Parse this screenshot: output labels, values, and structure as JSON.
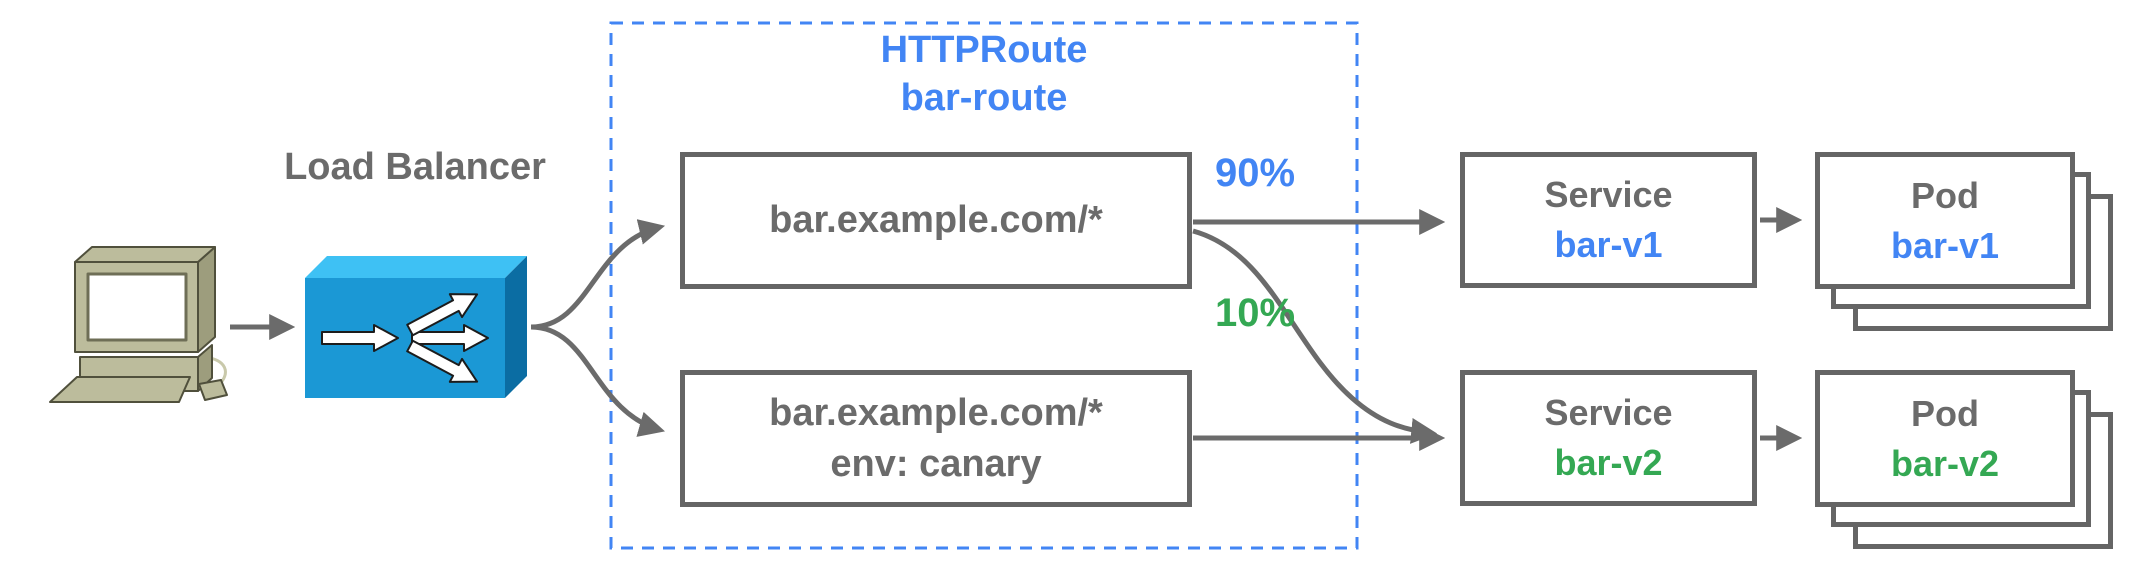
{
  "colors": {
    "blue": "#4285f4",
    "green": "#34a853",
    "gray_text": "#6b6b6b",
    "box_border": "#656565",
    "connector": "#6b6b6b",
    "dashed_border": "#4285f4",
    "lb_front": "#1b98d5",
    "lb_top": "#3ec1f4",
    "lb_side": "#0b6da3",
    "client_body": "#bcbc9c",
    "client_shade": "#9d9d7d",
    "client_outline": "#50503c"
  },
  "labels": {
    "load_balancer": "Load Balancer"
  },
  "httproute_group": {
    "title_line1": "HTTPRoute",
    "title_line2": "bar-route"
  },
  "routes": [
    {
      "match_line1": "bar.example.com/*",
      "match_line2": "",
      "weight": "90%"
    },
    {
      "match_line1": "bar.example.com/*",
      "match_line2": "env: canary",
      "weight": "10%"
    }
  ],
  "services": [
    {
      "kind": "Service",
      "name": "bar-v1"
    },
    {
      "kind": "Service",
      "name": "bar-v2"
    }
  ],
  "pods": [
    {
      "kind": "Pod",
      "name": "bar-v1"
    },
    {
      "kind": "Pod",
      "name": "bar-v2"
    }
  ],
  "icons": {
    "client": "client-computer-icon",
    "load_balancer": "load-balancer-icon"
  }
}
